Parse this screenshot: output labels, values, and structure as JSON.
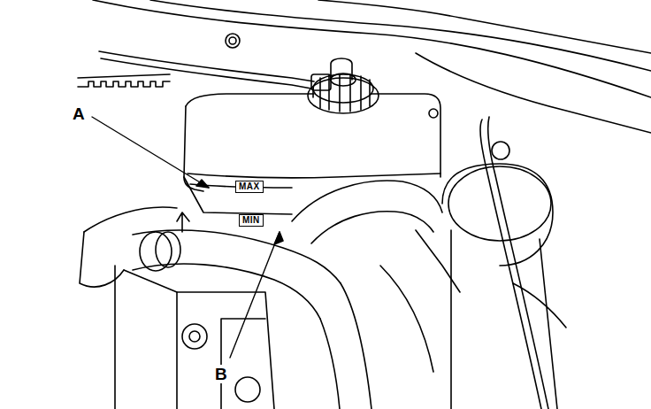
{
  "diagram": {
    "labels": [
      "A",
      "B",
      "MAX",
      "MIN"
    ]
  }
}
